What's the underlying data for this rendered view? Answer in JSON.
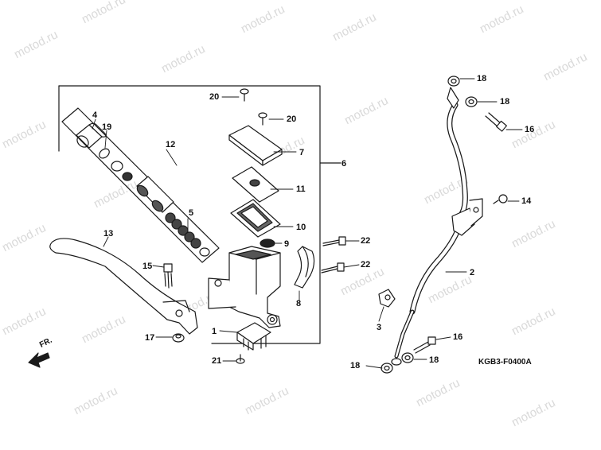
{
  "watermark": "motod.ru",
  "diagram_code": "KGB3-F0400A",
  "direction_label": "FR.",
  "callouts": {
    "n1": "1",
    "n2": "2",
    "n3": "3",
    "n4": "4",
    "n5": "5",
    "n6": "6",
    "n7": "7",
    "n8": "8",
    "n9": "9",
    "n10": "10",
    "n11": "11",
    "n12": "12",
    "n13": "13",
    "n14": "14",
    "n15": "15",
    "n16a": "16",
    "n16b": "16",
    "n17": "17",
    "n18a": "18",
    "n18b": "18",
    "n18c": "18",
    "n18d": "18",
    "n19": "19",
    "n20a": "20",
    "n20b": "20",
    "n21": "21",
    "n22a": "22",
    "n22b": "22"
  }
}
